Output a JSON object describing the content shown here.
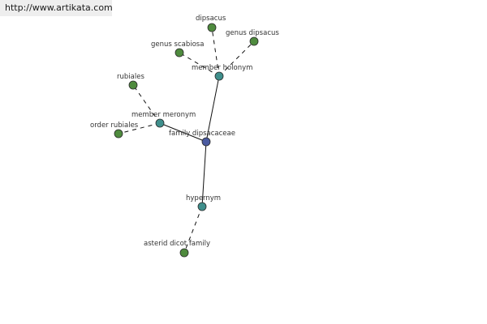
{
  "header": {
    "url_text": "http://www.artikata.com"
  },
  "graph": {
    "colors": {
      "center_node": "#4a5aa0",
      "relation_node": "#3f8f8c",
      "leaf_node": "#4f8b3e",
      "edge": "#111111",
      "node_stroke": "#2a2a2a"
    },
    "nodes": [
      {
        "id": "family",
        "label": "family dipsacaceae",
        "kind": "center"
      },
      {
        "id": "member_holonym",
        "label": "member holonym",
        "kind": "relation"
      },
      {
        "id": "member_meronym",
        "label": "member meronym",
        "kind": "relation"
      },
      {
        "id": "hypernym",
        "label": "hypernym",
        "kind": "relation"
      },
      {
        "id": "dipsacus",
        "label": "dipsacus",
        "kind": "leaf"
      },
      {
        "id": "genus_dipsacus",
        "label": "genus dipsacus",
        "kind": "leaf"
      },
      {
        "id": "genus_scabiosa",
        "label": "genus scabiosa",
        "kind": "leaf"
      },
      {
        "id": "rubiales",
        "label": "rubiales",
        "kind": "leaf"
      },
      {
        "id": "order_rubiales",
        "label": "order rubiales",
        "kind": "leaf"
      },
      {
        "id": "asterid_dicot_family",
        "label": "asterid dicot family",
        "kind": "leaf"
      }
    ],
    "edges": [
      {
        "from": "family",
        "to": "member_holonym",
        "style": "solid"
      },
      {
        "from": "family",
        "to": "member_meronym",
        "style": "solid"
      },
      {
        "from": "family",
        "to": "hypernym",
        "style": "solid"
      },
      {
        "from": "member_holonym",
        "to": "dipsacus",
        "style": "dashed"
      },
      {
        "from": "member_holonym",
        "to": "genus_dipsacus",
        "style": "dashed"
      },
      {
        "from": "member_holonym",
        "to": "genus_scabiosa",
        "style": "dashed"
      },
      {
        "from": "member_meronym",
        "to": "rubiales",
        "style": "dashed"
      },
      {
        "from": "member_meronym",
        "to": "order_rubiales",
        "style": "dashed"
      },
      {
        "from": "hypernym",
        "to": "asterid_dicot_family",
        "style": "dashed"
      }
    ]
  }
}
